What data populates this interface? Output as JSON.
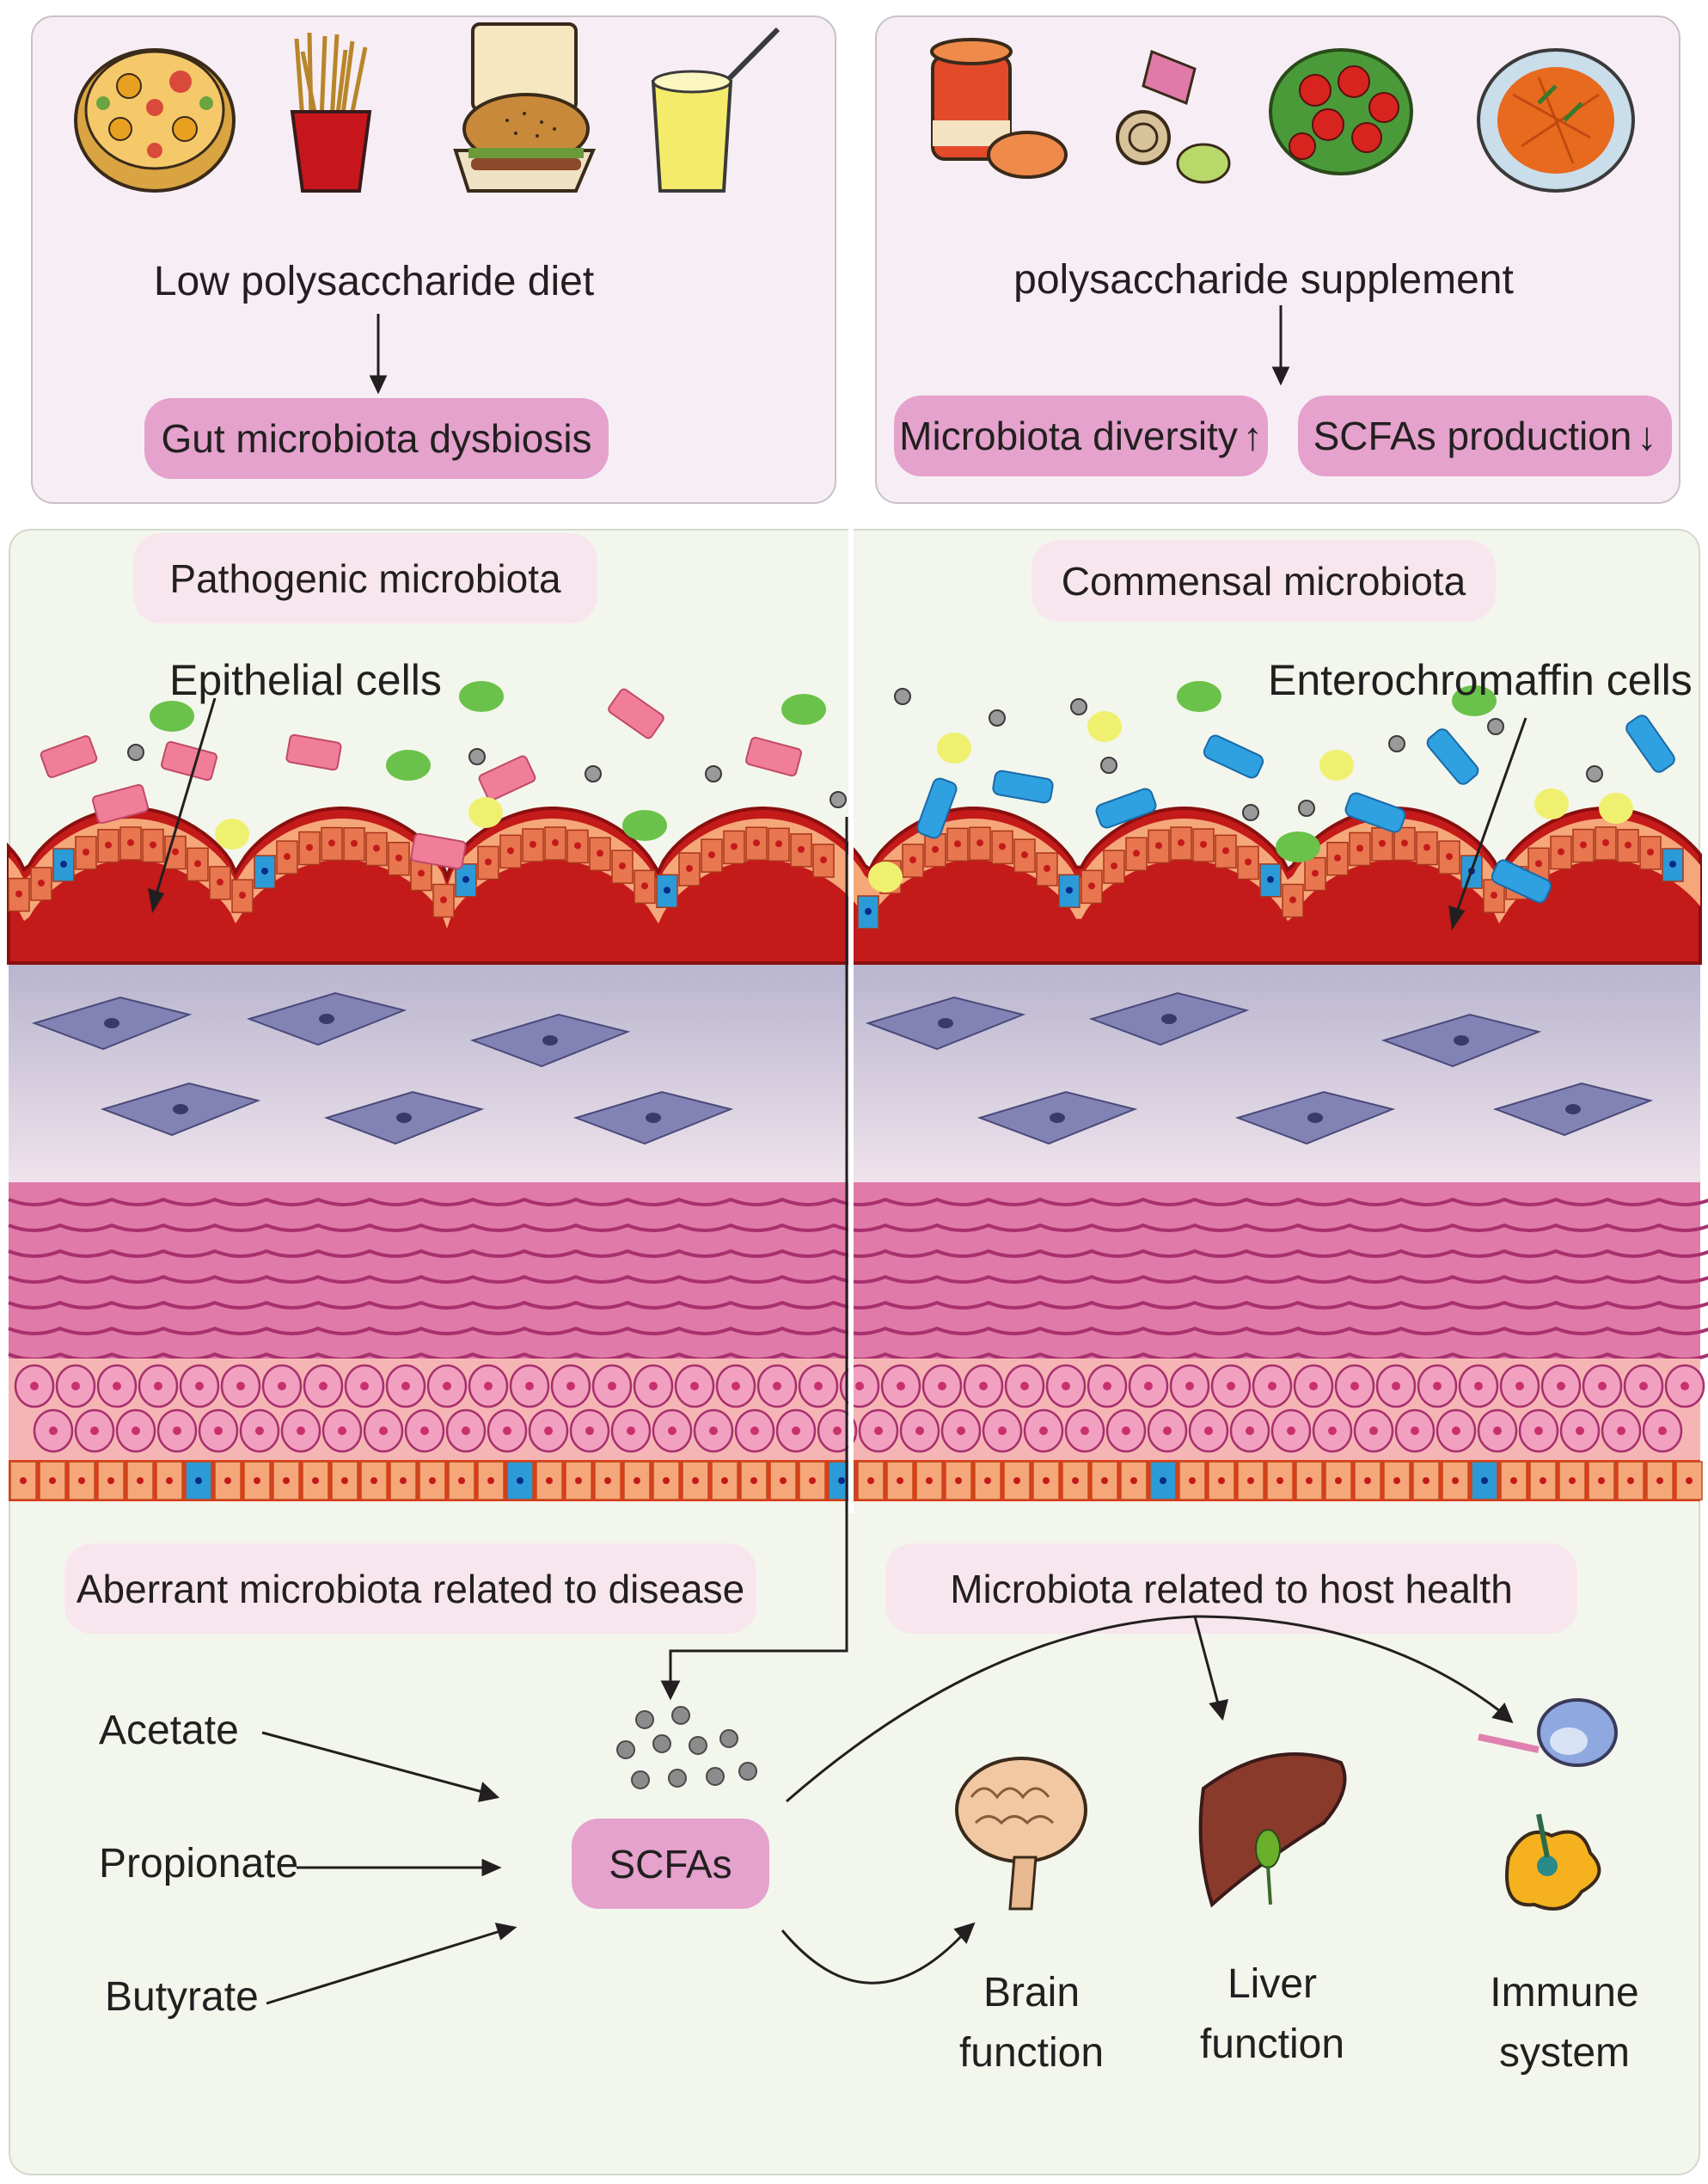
{
  "top_left": {
    "foods_icons": [
      "pizza-icon",
      "fries-icon",
      "burger-icon",
      "drink-icon"
    ],
    "diet_label": "Low polysaccharide diet",
    "result_label": "Gut microbiota dysbiosis"
  },
  "top_right": {
    "foods_icons": [
      "jam-jar-icon",
      "candy-icon",
      "salad-icon",
      "carrot-salad-icon"
    ],
    "supplement_label": "polysaccharide supplement",
    "diversity_label": "Microbiota diversity",
    "diversity_arrow": "↑",
    "scfa_label": "SCFAs production",
    "scfa_arrow": "↓"
  },
  "gut_left": {
    "microbiota_label": "Pathogenic microbiota",
    "cell_label": "Epithelial cells",
    "outcome_label": "Aberrant microbiota related to disease"
  },
  "gut_right": {
    "microbiota_label": "Commensal microbiota",
    "cell_label": "Enterochromaffin cells",
    "outcome_label": "Microbiota related to host health"
  },
  "scfa_flow": {
    "inputs": [
      "Acetate",
      "Propionate",
      "Butyrate"
    ],
    "hub_label": "SCFAs",
    "targets": [
      {
        "line1": "Brain",
        "line2": "function",
        "icon": "brain-icon"
      },
      {
        "line1": "Liver",
        "line2": "function",
        "icon": "liver-icon"
      },
      {
        "line1": "Immune",
        "line2": "system",
        "icon": "immune-cell-icon"
      }
    ]
  },
  "colors": {
    "panel_pink": "#f7eef5",
    "pill_pink": "#e4a2cc",
    "epithelium": "#e8764f",
    "enterochromaffin": "#2c9ad6",
    "muscle": "#d9609a",
    "fibroblast": "#8283b4"
  }
}
